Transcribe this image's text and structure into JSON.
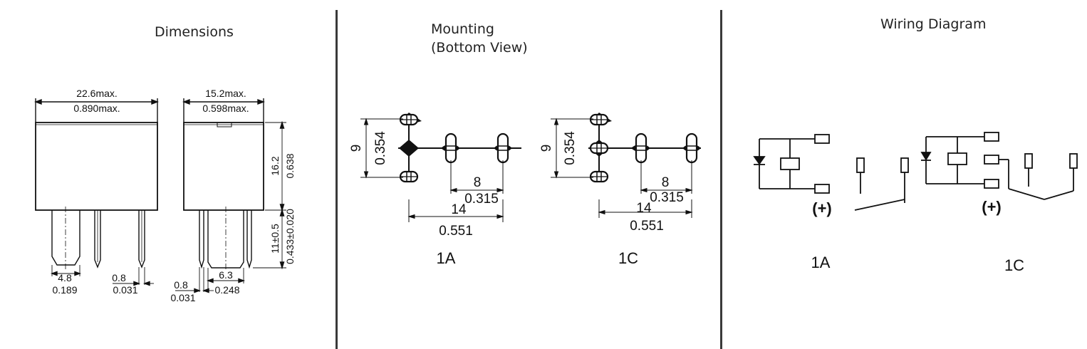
{
  "panels": {
    "dimensions": {
      "title": "Dimensions",
      "front": {
        "width_mm": "22.6max.",
        "width_in": "0.890max.",
        "pin_w_mm": "4.8",
        "pin_w_in": "0.189",
        "pin_t_mm": "0.8",
        "pin_t_in": "0.031"
      },
      "side": {
        "width_mm": "15.2max.",
        "width_in": "0.598max.",
        "height_mm": "16.2",
        "height_in": "0.638",
        "pin_len_mm": "11±0.5",
        "pin_len_in": "0.433±0.020",
        "pin_t_mm": "0.8",
        "pin_t_in": "0.031",
        "pin_w_mm": "6.3",
        "pin_w_in": "0.248"
      }
    },
    "mounting": {
      "title_line1": "Mounting",
      "title_line2": "(Bottom View)",
      "layouts": [
        {
          "label": "1A",
          "v_mm": "9",
          "v_in": "0.354",
          "h1_mm": "8",
          "h1_in": "0.315",
          "h2_mm": "14",
          "h2_in": "0.551"
        },
        {
          "label": "1C",
          "v_mm": "9",
          "v_in": "0.354",
          "h1_mm": "8",
          "h1_in": "0.315",
          "h2_mm": "14",
          "h2_in": "0.551"
        }
      ]
    },
    "wiring": {
      "title": "Wiring Diagram",
      "diagrams": [
        {
          "label": "1A",
          "polarity": "(+)"
        },
        {
          "label": "1C",
          "polarity": "(+)"
        }
      ]
    }
  }
}
